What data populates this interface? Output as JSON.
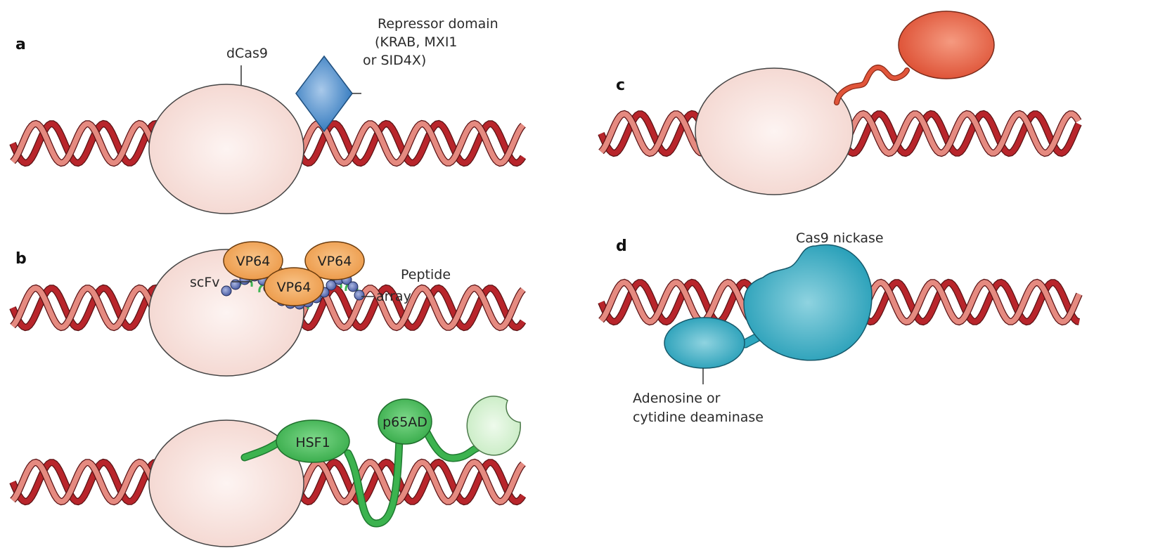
{
  "figure": {
    "panels": [
      {
        "id": "a",
        "letter": "a",
        "protein_label": "dCas9",
        "effector_label_lines": [
          "Repressor domain",
          "(KRAB, MXI1",
          "or SID4X)"
        ]
      },
      {
        "id": "b",
        "letter": "b",
        "suntag": {
          "scfv_label": "scFv",
          "peptide_label_lines": [
            "Peptide",
            "array"
          ],
          "vp64_labels": [
            "VP64",
            "VP64",
            "VP64"
          ]
        },
        "sam": {
          "hsf1_label": "HSF1",
          "p65_label": "p65AD"
        }
      },
      {
        "id": "c",
        "letter": "c"
      },
      {
        "id": "d",
        "letter": "d",
        "protein_label": "Cas9 nickase",
        "deaminase_label_lines": [
          "Adenosine or",
          "cytidine deaminase"
        ]
      }
    ],
    "colors": {
      "dna_dark": "#b8252b",
      "dna_light": "#e58a80",
      "dcas9_fill": "#f6dcd6",
      "repressor_blue": "#3f86c6",
      "vp64_orange": "#f0a050",
      "peptide_blue": "#5b6fb0",
      "scfv_green": "#3fb653",
      "sam_green": "#3cb34f",
      "sam_light_green": "#d3f0cf",
      "effector_red": "#e1553a",
      "nickase_teal": "#2ea7bf"
    }
  }
}
